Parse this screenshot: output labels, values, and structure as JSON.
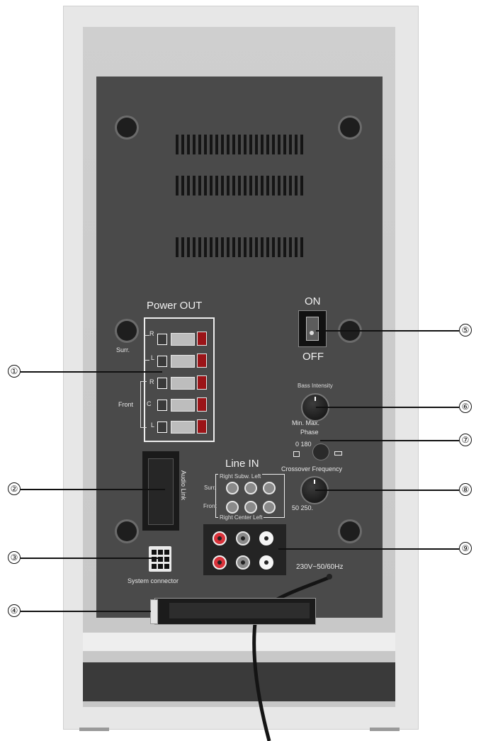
{
  "panel": {
    "power_out": "Power OUT",
    "surr": "Surr.",
    "front": "Front",
    "ch_r": "R",
    "ch_l": "L",
    "ch_c": "C",
    "ch_r2": "R",
    "ch_l2": "L",
    "audio_link": "Audio Link",
    "system_connector": "System connector",
    "on": "ON",
    "off": "OFF",
    "bass_intensity": "Bass Intensity",
    "min_max": "Min. Max.",
    "phase": "Phase",
    "phase_values": "0 180",
    "crossover": "Crossover Frequency",
    "crossover_range": "50 250.",
    "line_in": "Line IN",
    "line_in_top": "Right Subw. Left",
    "line_in_surr": "Surr.",
    "line_in_front": "Front",
    "line_in_bottom": "Right Center Left",
    "mains": "230V~50/60Hz"
  },
  "callouts": [
    "①",
    "②",
    "③",
    "④",
    "⑤",
    "⑥",
    "⑦",
    "⑧",
    "⑨"
  ],
  "colors": {
    "panel": "#4a4a4a",
    "terminal_red": "#9b1418",
    "rca_red": "#d9323a"
  }
}
